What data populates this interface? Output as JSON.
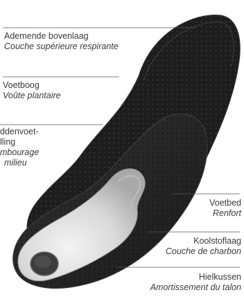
{
  "labels": {
    "top_layer": {
      "nl": "Ademende bovenlaag",
      "fr": "Couche supérieure respirante"
    },
    "arch": {
      "nl": "Voetboog",
      "fr": "Voûte plantaire"
    },
    "mid_padding": {
      "nl": "ddenvoet-",
      "nl2": "lling",
      "fr": "mbourage",
      "fr2": "milieu"
    },
    "footbed": {
      "nl": "Voetbed",
      "fr": "Renfort"
    },
    "carbon": {
      "nl": "Koolstoflaag",
      "fr": "Couche de charbon"
    },
    "heel": {
      "nl": "Hielkussen",
      "fr": "Amortissement du talon"
    }
  },
  "colors": {
    "top_layer": "#1c1c1c",
    "footbed_sole": "#262626",
    "heel_cushion": "#d6d6d6",
    "carbon_disc": "#4a4a4a",
    "leader_line": "#555555"
  }
}
